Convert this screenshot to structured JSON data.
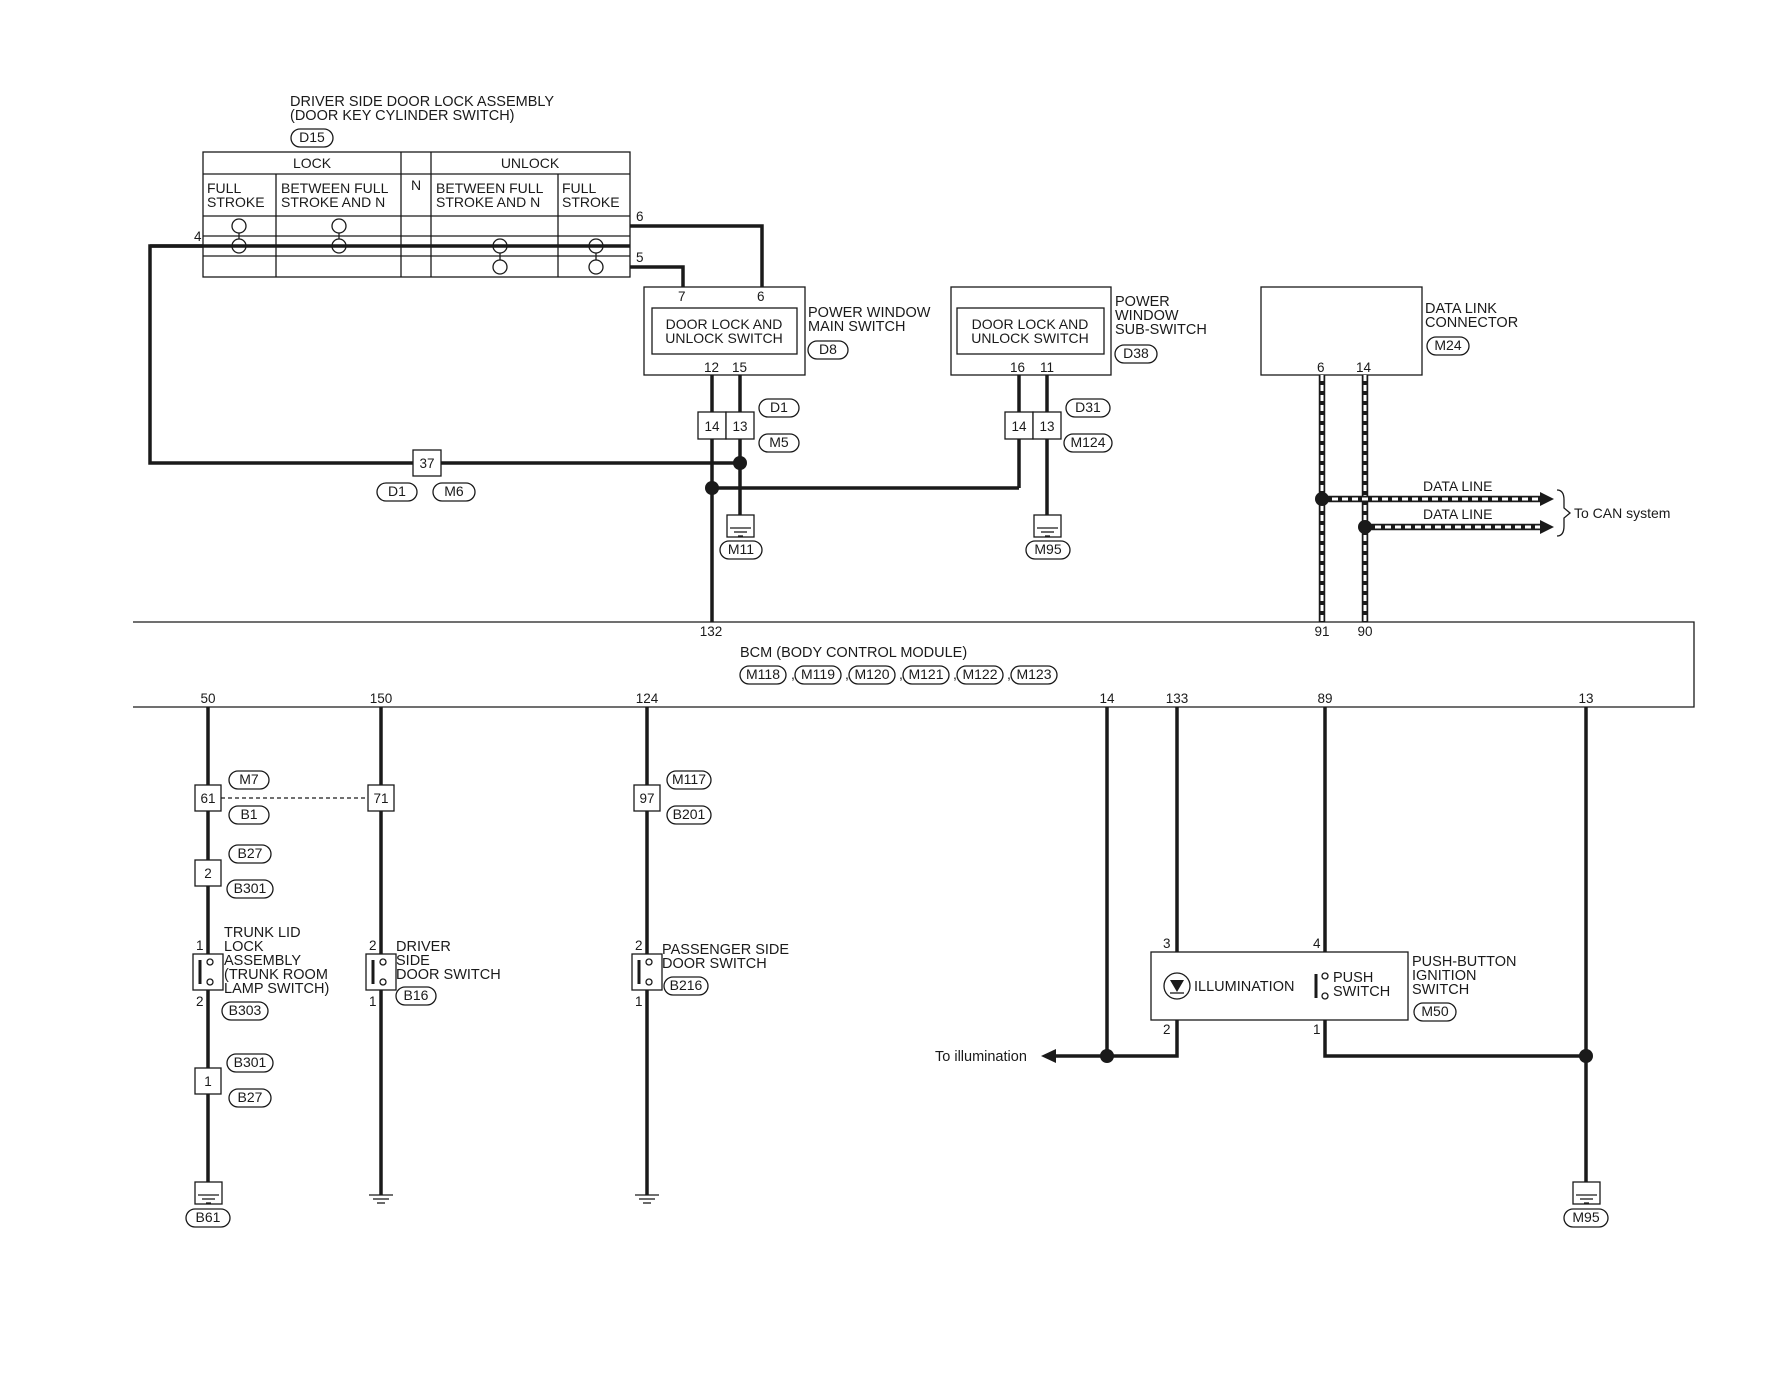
{
  "key_cylinder": {
    "title_line1": "DRIVER SIDE DOOR LOCK ASSEMBLY",
    "title_line2": "(DOOR KEY CYLINDER SWITCH)",
    "connector": "D15",
    "lock": "LOCK",
    "n": "N",
    "unlock": "UNLOCK",
    "full_stroke_l1": "FULL",
    "full_stroke_l2": "STROKE",
    "between_l1": "BETWEEN FULL",
    "between_l2": "STROKE AND N",
    "pin_6": "6",
    "pin_4": "4",
    "pin_5": "5"
  },
  "main_switch": {
    "inner_l1": "DOOR LOCK AND",
    "inner_l2": "UNLOCK SWITCH",
    "title_l1": "POWER WINDOW",
    "title_l2": "MAIN SWITCH",
    "connector": "D8",
    "pin_7": "7",
    "pin_6": "6",
    "pin_12": "12",
    "pin_15": "15"
  },
  "sub_switch": {
    "inner_l1": "DOOR LOCK AND",
    "inner_l2": "UNLOCK SWITCH",
    "title_l1": "POWER",
    "title_l2": "WINDOW",
    "title_l3": "SUB-SWITCH",
    "connector": "D38",
    "pin_16": "16",
    "pin_11": "11"
  },
  "data_link": {
    "title_l1": "DATA LINK",
    "title_l2": "CONNECTOR",
    "connector": "M24",
    "pin_6": "6",
    "pin_14": "14",
    "data_line_1": "DATA LINE",
    "data_line_2": "DATA LINE",
    "to_can": "To CAN system"
  },
  "junctions": {
    "j_d1_m5_14": "14",
    "j_d1_m5_13": "13",
    "d1": "D1",
    "m5": "M5",
    "j_d31_14": "14",
    "j_d31_13": "13",
    "d31": "D31",
    "m124": "M124",
    "j37": "37",
    "d1b": "D1",
    "m6": "M6",
    "m11": "M11",
    "m95_top": "M95"
  },
  "bcm": {
    "title": "BCM (BODY CONTROL MODULE)",
    "connectors": [
      "M118",
      "M119",
      "M120",
      "M121",
      "M122",
      "M123"
    ],
    "pin_132": "132",
    "pin_91": "91",
    "pin_90": "90",
    "pin_50": "50",
    "pin_150": "150",
    "pin_124": "124",
    "pin_14": "14",
    "pin_133": "133",
    "pin_89": "89",
    "pin_13": "13"
  },
  "trunk": {
    "j61": "61",
    "m7": "M7",
    "b1": "B1",
    "j2": "2",
    "b27a": "B27",
    "b301a": "B301",
    "pin1": "1",
    "pin2": "2",
    "title_l1": "TRUNK LID",
    "title_l2": "LOCK",
    "title_l3": "ASSEMBLY",
    "title_l4": "(TRUNK ROOM",
    "title_l5": "LAMP SWITCH)",
    "b303": "B303",
    "j1": "1",
    "b301b": "B301",
    "b27b": "B27",
    "b61": "B61"
  },
  "driver_door": {
    "j71": "71",
    "pin2": "2",
    "pin1": "1",
    "title_l1": "DRIVER",
    "title_l2": "SIDE",
    "title_l3": "DOOR SWITCH",
    "b16": "B16"
  },
  "passenger_door": {
    "j97": "97",
    "m117": "M117",
    "b201": "B201",
    "pin2": "2",
    "pin1": "1",
    "title_l1": "PASSENGER SIDE",
    "title_l2": "DOOR SWITCH",
    "b216": "B216"
  },
  "ignition": {
    "pin3": "3",
    "pin4": "4",
    "pin2": "2",
    "pin1": "1",
    "illumination": "ILLUMINATION",
    "push_l1": "PUSH",
    "push_l2": "SWITCH",
    "title_l1": "PUSH-BUTTON",
    "title_l2": "IGNITION",
    "title_l3": "SWITCH",
    "m50": "M50",
    "to_illumination": "To illumination",
    "m95_bottom": "M95"
  }
}
